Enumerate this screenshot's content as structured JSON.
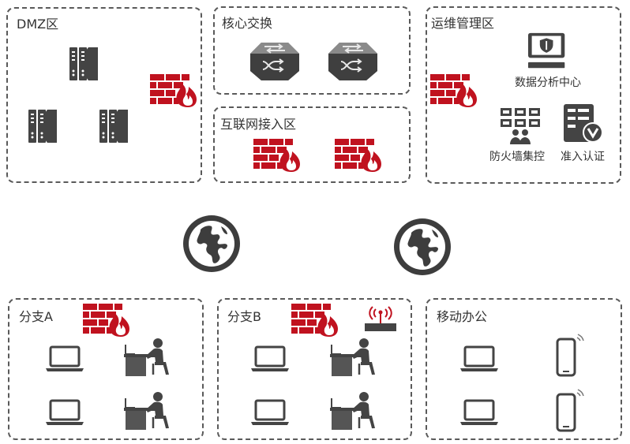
{
  "zones": {
    "dmz": {
      "label": "DMZ区"
    },
    "core": {
      "label": "核心交换"
    },
    "internet_access": {
      "label": "互联网接入区"
    },
    "ops": {
      "label": "运维管理区",
      "data_center": "数据分析中心",
      "firewall_mgmt": "防火墙集控",
      "access_auth": "准入认证"
    },
    "branch_a": {
      "label": "分支A"
    },
    "branch_b": {
      "label": "分支B"
    },
    "mobile": {
      "label": "移动办公"
    }
  },
  "colors": {
    "firewall": "#c0121f",
    "icon": "#4a4a4a",
    "border": "#5a5a5a"
  },
  "icons": [
    "server-icon",
    "switch-icon",
    "firewall-icon",
    "globe-icon",
    "laptop-icon",
    "workstation-user-icon",
    "smartphone-icon",
    "router-icon",
    "monitor-shield-icon",
    "grid-users-icon",
    "server-check-icon"
  ]
}
